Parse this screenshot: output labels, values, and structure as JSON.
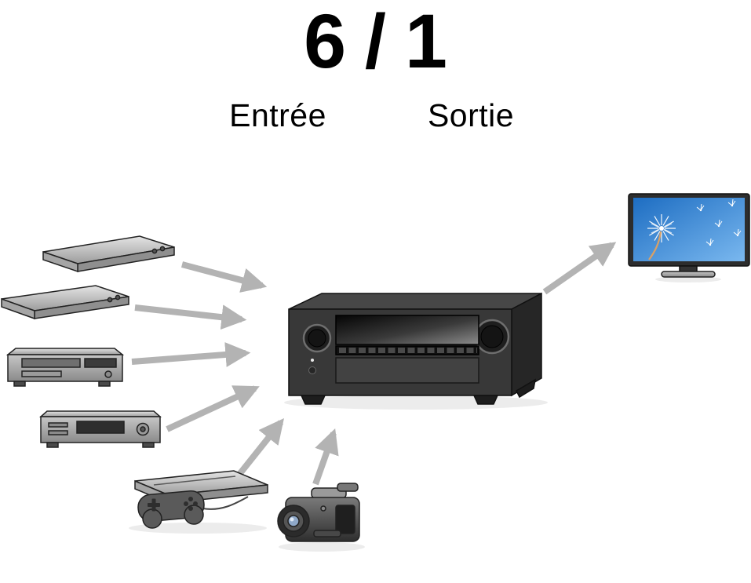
{
  "header": {
    "input_count": "6",
    "separator": "/",
    "output_count": "1",
    "input_label": "Entrée",
    "output_label": "Sortie"
  },
  "diagram": {
    "hub": {
      "icon": "av-receiver-icon"
    },
    "inputs": [
      {
        "icon": "disc-player-1-icon"
      },
      {
        "icon": "disc-player-2-icon"
      },
      {
        "icon": "cd-player-icon"
      },
      {
        "icon": "audio-deck-icon"
      },
      {
        "icon": "game-console-icon"
      },
      {
        "icon": "camcorder-icon"
      }
    ],
    "output": {
      "icon": "tv-icon"
    },
    "input_arrow_count": 6,
    "output_arrow_count": 1,
    "colors": {
      "arrow": "#b3b3b3",
      "receiver_body": "#383838",
      "tv_screen": "#2f7fd0",
      "background": "#ffffff"
    }
  }
}
